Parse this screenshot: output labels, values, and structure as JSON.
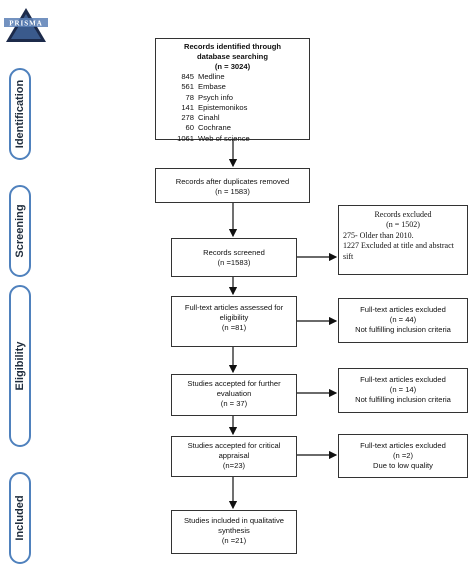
{
  "logo": {
    "text": "PRISMA"
  },
  "stages": {
    "identification": "Identification",
    "screening": "Screening",
    "eligibility": "Eligibility",
    "included": "Included"
  },
  "records_identified": {
    "title": "Records identified through database searching",
    "n": "(n = 3024)",
    "databases": [
      {
        "count": "845",
        "name": "Medline"
      },
      {
        "count": "561",
        "name": "Embase"
      },
      {
        "count": "78",
        "name": "Psych info"
      },
      {
        "count": "141",
        "name": "Epistemonikos"
      },
      {
        "count": "278",
        "name": "Cinahl"
      },
      {
        "count": "60",
        "name": "Cochrane"
      },
      {
        "count": "1061",
        "name": "Web of science"
      }
    ]
  },
  "after_duplicates": {
    "line1": "Records after duplicates removed",
    "line2": "(n = 1583)"
  },
  "screened": {
    "line1": "Records screened",
    "line2": "(n =1583)"
  },
  "excluded_screening": {
    "line1": "Records excluded",
    "line2": "(n = 1502)",
    "line3": "275- Older than 2010.",
    "line4": "1227 Excluded at title and abstract sift"
  },
  "fulltext": {
    "line1": "Full-text articles assessed for",
    "line2": "eligibility",
    "line3": "(n =81)"
  },
  "excluded_fulltext": {
    "line1": "Full-text articles excluded",
    "line2": "(n = 44)",
    "line3": "Not fulfilling inclusion criteria"
  },
  "further": {
    "line1": "Studies accepted for further",
    "line2": "evaluation",
    "line3": "(n = 37)"
  },
  "excluded_further": {
    "line1": "Full-text articles excluded",
    "line2": "(n = 14)",
    "line3": "Not fulfilling inclusion criteria"
  },
  "critical": {
    "line1": "Studies accepted for critical",
    "line2": "appraisal",
    "line3": "(n=23)"
  },
  "excluded_critical": {
    "line1": "Full-text articles excluded",
    "line2": "(n =2)",
    "line3": "Due to low quality"
  },
  "included_box": {
    "line1": "Studies included in qualitative",
    "line2": "synthesis",
    "line3": "(n =21)"
  }
}
